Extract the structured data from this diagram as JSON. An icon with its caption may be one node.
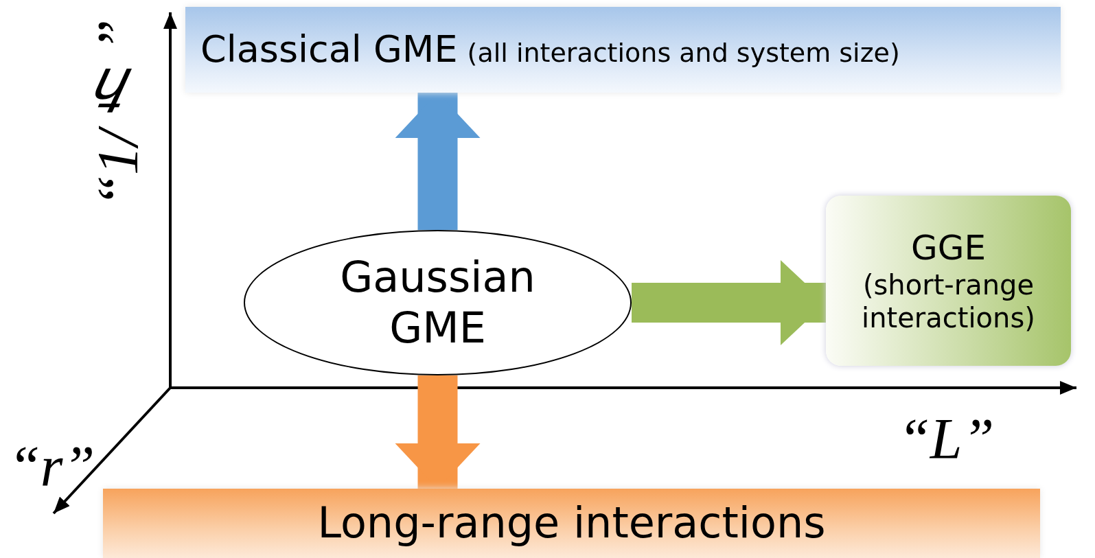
{
  "diagram": {
    "nodes": [
      {
        "text": [
          "Classical GME",
          "(all interactions and system size)"
        ]
      },
      {
        "text": [
          "Gaussian GME"
        ]
      },
      {
        "text": [
          "GGE",
          "(short-range interactions)"
        ]
      },
      {
        "text": [
          "Long-range interactions"
        ]
      }
    ],
    "edges": [
      {
        "from": 1,
        "to": 0,
        "arrow": "to",
        "color": "#5b9bd5"
      },
      {
        "from": 1,
        "to": 2,
        "arrow": "to",
        "color": "#9bbb59"
      },
      {
        "from": 1,
        "to": 3,
        "arrow": "to",
        "color": "#f79646"
      }
    ],
    "labels": [
      "“1/ℏ”",
      "“L”",
      "“r”"
    ]
  }
}
